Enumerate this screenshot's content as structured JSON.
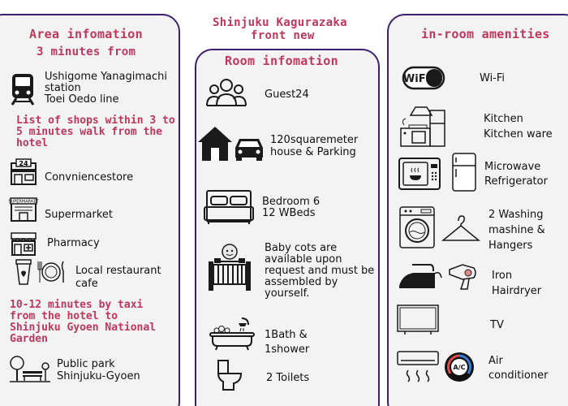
{
  "title": {
    "line1": "Shinjuku Kagurazaka",
    "line2": "front new"
  },
  "area": {
    "header": "Area infomation",
    "minutes_from": "3 minutes from",
    "station": {
      "line1": "Ushigome Yanagimachi",
      "line2": "station",
      "line3": "Toei Oedo line"
    },
    "shops_title": {
      "line1": "List of shops within 3 to",
      "line2": "5 minutes walk from the",
      "line3": "hotel"
    },
    "shops": {
      "convenience": "Convniencestore",
      "supermarket": "Supermarket",
      "pharmacy": "Pharmacy",
      "restaurant_line1": "Local restaurant",
      "restaurant_line2": "cafe"
    },
    "taxi_title": {
      "line1": "10-12 minutes by taxi",
      "line2": "from the hotel to",
      "line3": "Shinjuku Gyoen National",
      "line4": "Garden"
    },
    "park": {
      "line1": "Public park",
      "line2": "Shinjuku-Gyoen"
    },
    "store_sign": "24",
    "supermarket_sign": "SUPERMARKET"
  },
  "room": {
    "header": "Room infomation",
    "guests": "Guest24",
    "house_line1": "120squaremeter",
    "house_line2": "house & Parking",
    "bedroom_line1": "Bedroom 6",
    "bedroom_line2": "12 WBeds",
    "baby_line1": "Baby cots are",
    "baby_line2": "available upon",
    "baby_line3": "request and must be",
    "baby_line4": "assembled by",
    "baby_line5": "yourself.",
    "bath_line1": "1Bath &",
    "bath_line2": "1shower",
    "toilets": "2 Toilets"
  },
  "amenities": {
    "header": "in-room amenities",
    "wifi": "Wi-Fi",
    "wifi_logo": "WiFi",
    "kitchen_line1": "Kitchen",
    "kitchen_line2": "Kitchen ware",
    "microwave_line1": "Microwave",
    "microwave_line2": "Refrigerator",
    "washing_line1": "2 Washing",
    "washing_line2": "mashine &",
    "washing_line3": "Hangers",
    "iron_line1": "Iron",
    "iron_line2": "Hairdryer",
    "tv": "TV",
    "ac_line1": "Air",
    "ac_line2": "conditioner",
    "ac_badge": "A/C"
  },
  "colors": {
    "accent_pink": "#c0375e",
    "panel_border": "#3d1f6e",
    "panel_bg": "#f4f3f3"
  }
}
